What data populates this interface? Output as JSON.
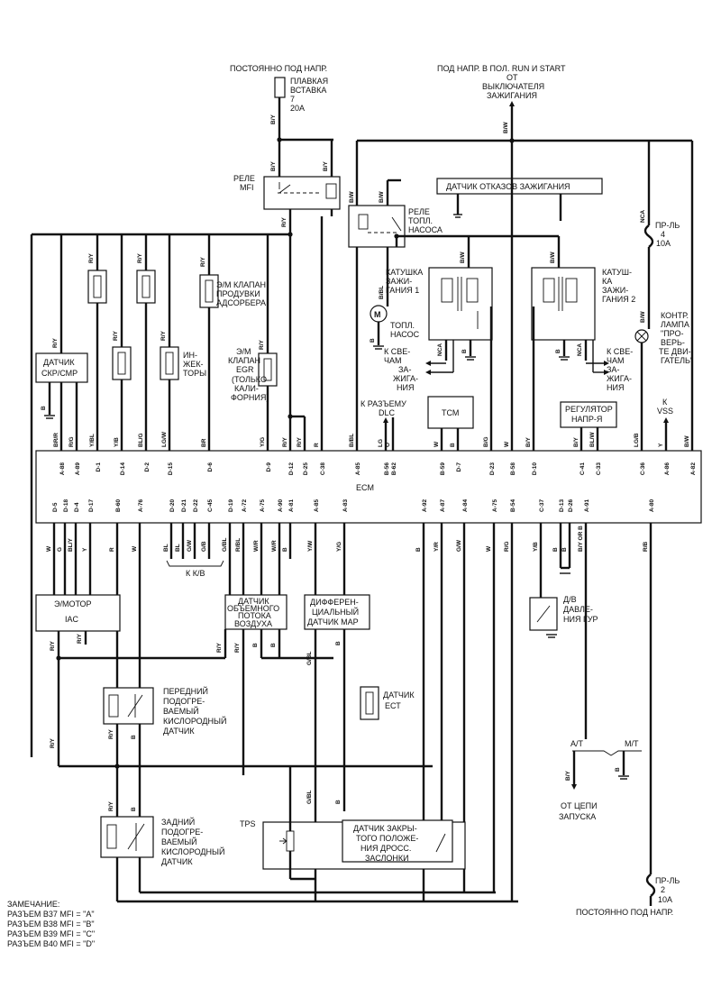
{
  "labels": {
    "const_power_top": "ПОСТОЯННО ПОД НАПР.",
    "fuse7_a": "ПЛАВКАЯ",
    "fuse7_b": "ВСТАВКА",
    "fuse7_c": "7",
    "fuse7_d": "20A",
    "ign_a": "ПОД НАПР. В ПОЛ. RUN И START",
    "ign_b": "ОТ",
    "ign_c": "ВЫКЛЮЧАТЕЛЯ",
    "ign_d": "ЗАЖИГАНИЯ",
    "relay_mfi_a": "РЕЛЕ",
    "relay_mfi_b": "MFI",
    "misfire": "ДАТЧИК ОТКАЗОВ ЗАЖИГАНИЯ",
    "fuelrelay_a": "РЕЛЕ",
    "fuelrelay_b": "ТОПЛ.",
    "fuelrelay_c": "НАСОСА",
    "fuse4_a": "ПР-ЛЬ",
    "fuse4_b": "4",
    "fuse4_c": "10A",
    "purge_a": "Э/М КЛАПАН",
    "purge_b": "ПРОДУВКИ",
    "purge_c": "АДСОРБЕРА",
    "coil1_a": "КАТУШКА",
    "coil1_b": "ЗАЖИ-",
    "coil1_c": "ГАНИЯ 1",
    "coil2_a": "КАТУШ-",
    "coil2_b": "КА",
    "coil2_c": "ЗАЖИ-",
    "coil2_d": "ГАНИЯ 2",
    "pump_a": "ТОПЛ.",
    "pump_b": "НАСОС",
    "lamp_a": "КОНТР.",
    "lamp_b": "ЛАМПА",
    "lamp_c": "\"ПРО-",
    "lamp_d": "ВЕРЬ-",
    "lamp_e": "ТЕ ДВИ-",
    "lamp_f": "ГАТЕЛЬ\"",
    "ckp_a": "ДАТЧИК",
    "ckp_b": "СКР/СМР",
    "inj_a": "ИН-",
    "inj_b": "ЖЕК-",
    "inj_c": "ТОРЫ",
    "egr_a": "Э/М",
    "egr_b": "КЛАПАН",
    "egr_c": "EGR",
    "egr_d": "(ТОЛЬКО",
    "egr_e": "КАЛИ-",
    "egr_f": "ФОРНИЯ)",
    "plugs1_a": "К СВЕ-",
    "plugs1_b": "ЧАМ",
    "plugs1_c": "ЗА-",
    "plugs1_d": "ЖИГА-",
    "plugs1_e": "НИЯ",
    "plugs2_a": "К СВЕ-",
    "plugs2_b": "ЧАМ",
    "plugs2_c": "ЗА-",
    "plugs2_d": "ЖИГА-",
    "plugs2_e": "НИЯ",
    "dlc_a": "К РАЗЪЕМУ",
    "dlc_b": "DLC",
    "tcm": "ТСМ",
    "reg_a": "РЕГУЛЯТОР",
    "reg_b": "НАПР-Я",
    "vss_a": "К",
    "vss_b": "VSS",
    "ecm": "ECM",
    "kkv": "К К/В",
    "iac_a": "Э/МОТОР",
    "iac_b": "IAC",
    "maf_a": "ДАТЧИК",
    "maf_b": "ОБЪЕМНОГО",
    "maf_c": "ПОТОКА",
    "maf_d": "ВОЗДУХА",
    "map_a": "ДИФФЕРЕН-",
    "map_b": "ЦИАЛЬНЫЙ",
    "map_c": "ДАТЧИК МАР",
    "ps_a": "Д/В",
    "ps_b": "ДАВЛЕ-",
    "ps_c": "НИЯ ГУР",
    "o2f_a": "ПЕРЕДНИЙ",
    "o2f_b": "ПОДОГРЕ-",
    "o2f_c": "ВАЕМЫЙ",
    "o2f_d": "КИСЛОРОДНЫЙ",
    "o2f_e": "ДАТЧИК",
    "ect_a": "ДАТЧИК",
    "ect_b": "ЕСТ",
    "at": "A/T",
    "mt": "M/T",
    "start_a": "ОТ ЦЕПИ",
    "start_b": "ЗАПУСКА",
    "o2r_a": "ЗАДНИЙ",
    "o2r_b": "ПОДОГРЕ-",
    "o2r_c": "ВАЕМЫЙ",
    "o2r_d": "КИСЛОРОДНЫЙ",
    "o2r_e": "ДАТЧИК",
    "tps": "TPS",
    "ctp_a": "ДАТЧИК ЗАКРЫ-",
    "ctp_b": "ТОГО ПОЛОЖЕ-",
    "ctp_c": "НИЯ ДРОСС.",
    "ctp_d": "ЗАСЛОНКИ",
    "fuse2_a": "ПР-ЛЬ",
    "fuse2_b": "2",
    "fuse2_c": "10A",
    "const_power_bottom": "ПОСТОЯННО ПОД НАПР.",
    "note_0": "ЗАМЕЧАНИЕ:",
    "note_1": "РАЗЪЕМ B37 MFI  = \"A\"",
    "note_2": "РАЗЪЕМ B38 MFI  = \"B\"",
    "note_3": "РАЗЪЕМ B39 MFI  = \"C\"",
    "note_4": "РАЗЪЕМ B40 MFI  = \"D\""
  },
  "wire_colors": {
    "fuse_out": "B/Y",
    "relay_in1": "B/Y",
    "relay_in2": "B/Y",
    "relay_out": "R/Y",
    "ign_feed": "B/W",
    "fr_in": "B/W",
    "fr_coil": "B/W",
    "fr_out": "B/BL",
    "fr_ecm": "B/BL",
    "pump_g": "B",
    "coil1_in": "B/W",
    "coil1_nca": "NCA",
    "coil1_g": "B",
    "coil2_in": "B/W",
    "coil2_nca": "NCA",
    "coil2_g": "B",
    "fuse4_in": "NCA",
    "lamp_w": "B/W",
    "inj1": "R/Y",
    "inj4": "R/Y",
    "purge": "R/Y",
    "inj2": "R/Y",
    "inj3": "R/Y",
    "egr": "R/Y",
    "ckp_r": "R/Y",
    "ckp_g": "B"
  },
  "pins_top": [
    {
      "pin": "A-88",
      "wire": "BR/R"
    },
    {
      "pin": "A-89",
      "wire": "R/G"
    },
    {
      "pin": "D-1",
      "wire": "Y/BL"
    },
    {
      "pin": "D-14",
      "wire": "Y/B"
    },
    {
      "pin": "D-2",
      "wire": "BL/G"
    },
    {
      "pin": "D-15",
      "wire": "LG/W"
    },
    {
      "pin": "D-6",
      "wire": "BR"
    },
    {
      "pin": "D-9",
      "wire": "Y/G"
    },
    {
      "pin": "D-12",
      "wire": "R/Y"
    },
    {
      "pin": "D-25",
      "wire": "R/Y"
    },
    {
      "pin": "C-38",
      "wire": "R"
    },
    {
      "pin": "A-85",
      "wire": "B/BL"
    },
    {
      "pin": "B-56",
      "wire": "LG"
    },
    {
      "pin": "B-62",
      "wire": "O"
    },
    {
      "pin": "B-59",
      "wire": "W"
    },
    {
      "pin": "D-7",
      "wire": "B"
    },
    {
      "pin": "D-23",
      "wire": "B/G"
    },
    {
      "pin": "B-58",
      "wire": "W"
    },
    {
      "pin": "D-10",
      "wire": "B/Y"
    },
    {
      "pin": "C-41",
      "wire": "B/Y"
    },
    {
      "pin": "C-33",
      "wire": "BL/W"
    },
    {
      "pin": "C-36",
      "wire": "LG/B"
    },
    {
      "pin": "A-86",
      "wire": "Y"
    },
    {
      "pin": "A-82",
      "wire": "B/W"
    }
  ],
  "pins_bottom": [
    {
      "pin": "D-5",
      "wire": "W"
    },
    {
      "pin": "D-18",
      "wire": "G"
    },
    {
      "pin": "D-4",
      "wire": "BL/Y"
    },
    {
      "pin": "D-17",
      "wire": "Y"
    },
    {
      "pin": "B-60",
      "wire": "R"
    },
    {
      "pin": "A-76",
      "wire": "W"
    },
    {
      "pin": "D-20",
      "wire": "BL"
    },
    {
      "pin": "D-21",
      "wire": "BL"
    },
    {
      "pin": "D-22",
      "wire": "G/W"
    },
    {
      "pin": "C-45",
      "wire": "G/B"
    },
    {
      "pin": "D-19",
      "wire": "G/BL"
    },
    {
      "pin": "A-72",
      "wire": "R/BL"
    },
    {
      "pin": "A-75",
      "wire": "W/R"
    },
    {
      "pin": "A-90",
      "wire": "W/R"
    },
    {
      "pin": "A-81",
      "wire": "B"
    },
    {
      "pin": "A-85",
      "wire": "Y/W"
    },
    {
      "pin": "A-83",
      "wire": "Y/G"
    },
    {
      "pin": "A-92",
      "wire": "B"
    },
    {
      "pin": "A-87",
      "wire": "Y/R"
    },
    {
      "pin": "A-84",
      "wire": "G/W"
    },
    {
      "pin": "A-75",
      "wire": "W"
    },
    {
      "pin": "B-54",
      "wire": "R/G"
    },
    {
      "pin": "C-37",
      "wire": "Y/B"
    },
    {
      "pin": "D-13",
      "wire": "B"
    },
    {
      "pin": "D-26",
      "wire": "B"
    },
    {
      "pin": "A-91",
      "wire": "B/Y OR B"
    },
    {
      "pin": "A-80",
      "wire": "R/B"
    }
  ],
  "lower_wires": {
    "iac1": "R/Y",
    "iac2": "R/Y",
    "maf1": "R/Y",
    "maf2": "R/Y",
    "maf3": "B",
    "maf4": "B",
    "map1": "G/BL",
    "map2": "B",
    "o2f1": "R/Y",
    "o2f2": "R/Y",
    "o2f3": "B",
    "o2r1": "R/Y",
    "o2r2": "B",
    "tps1": "G/BL",
    "tps2": "B",
    "at1": "B/Y",
    "mt1": "B"
  }
}
